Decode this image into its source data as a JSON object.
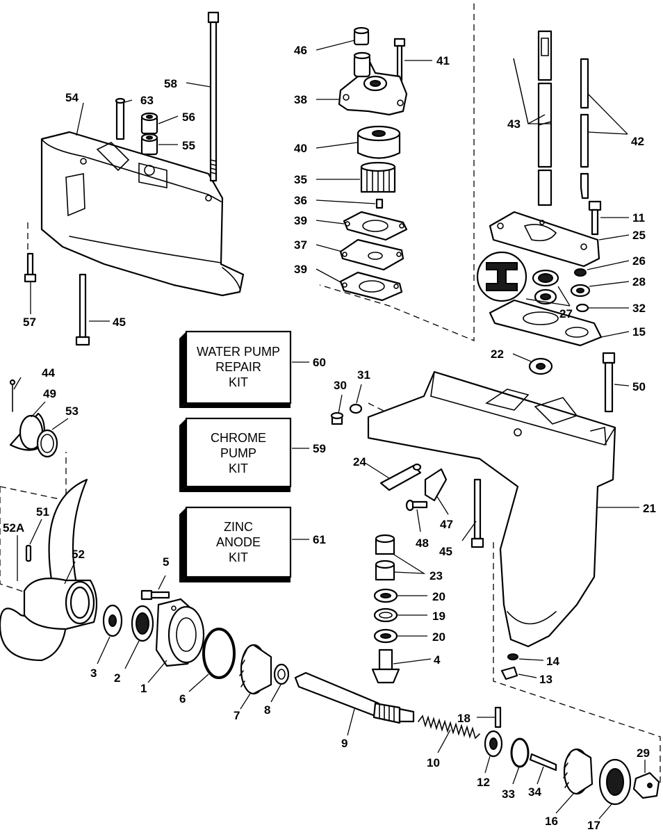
{
  "kits": [
    {
      "number": "60",
      "lines": [
        "WATER PUMP",
        "REPAIR",
        "KIT"
      ]
    },
    {
      "number": "59",
      "lines": [
        "CHROME",
        "PUMP",
        "KIT"
      ]
    },
    {
      "number": "61",
      "lines": [
        "ZINC",
        "ANODE",
        "KIT"
      ]
    }
  ],
  "callouts": {
    "c1": "1",
    "c2": "2",
    "c3": "3",
    "c4": "4",
    "c5": "5",
    "c6": "6",
    "c7": "7",
    "c8": "8",
    "c9": "9",
    "c10": "10",
    "c11": "11",
    "c12": "12",
    "c13": "13",
    "c14": "14",
    "c15": "15",
    "c16": "16",
    "c17": "17",
    "c18": "18",
    "c19": "19",
    "c20a": "20",
    "c20b": "20",
    "c21": "21",
    "c22": "22",
    "c23": "23",
    "c24": "24",
    "c25": "25",
    "c26": "26",
    "c27": "27",
    "c28": "28",
    "c29": "29",
    "c30": "30",
    "c31": "31",
    "c32": "32",
    "c33": "33",
    "c34": "34",
    "c35": "35",
    "c36": "36",
    "c37": "37",
    "c38": "38",
    "c39a": "39",
    "c39b": "39",
    "c40": "40",
    "c41": "41",
    "c42": "42",
    "c43": "43",
    "c44": "44",
    "c45a": "45",
    "c45b": "45",
    "c46": "46",
    "c47": "47",
    "c48": "48",
    "c49": "49",
    "c50": "50",
    "c51": "51",
    "c52": "52",
    "c52A": "52A",
    "c53": "53",
    "c54": "54",
    "c55": "55",
    "c56": "56",
    "c57": "57",
    "c58": "58",
    "c63": "63"
  }
}
